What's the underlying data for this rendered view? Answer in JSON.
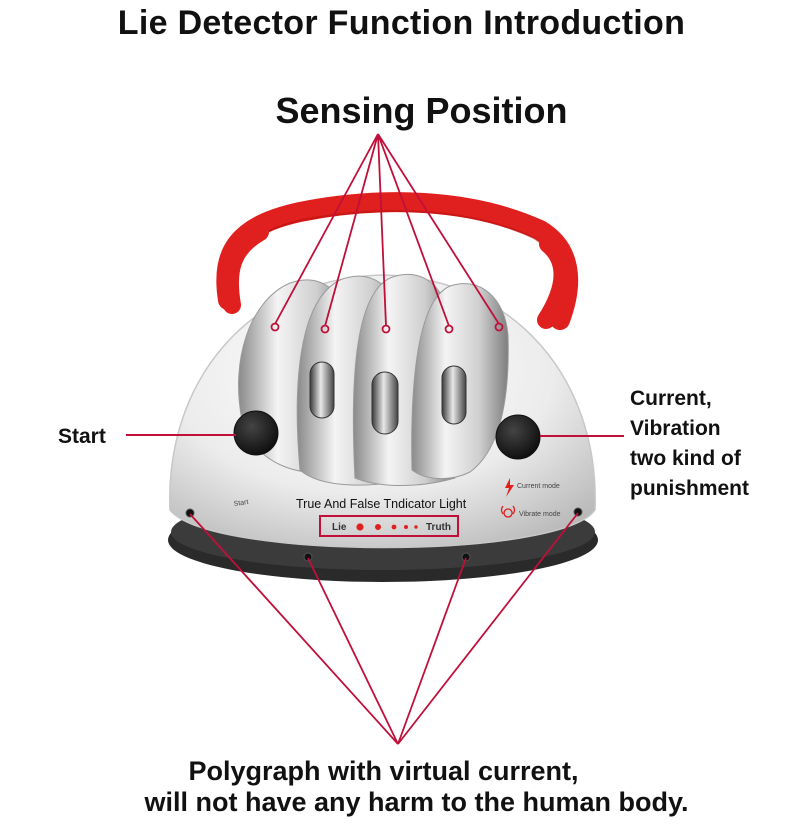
{
  "title": "Lie Detector Function Introduction",
  "sensing_label": "Sensing Position",
  "start_label": "Start",
  "punishment_label": [
    "Current,",
    "Vibration",
    "two kind of",
    "punishment"
  ],
  "indicator_label": "True And False Tndicator Light",
  "device": {
    "start_button_text": "Start",
    "lie_text": "Lie",
    "truth_text": "Truth",
    "current_mode_text": "Current mode",
    "vibrate_mode_text": "Vibrate mode"
  },
  "footer": {
    "line1": "Polygraph with virtual current,",
    "line2": "will not have any harm to the human body."
  },
  "colors": {
    "annotation_line": "#c0103a",
    "strap": "#e0201e",
    "device_body": "#f2f2f2",
    "base": "#2a2a2a"
  }
}
